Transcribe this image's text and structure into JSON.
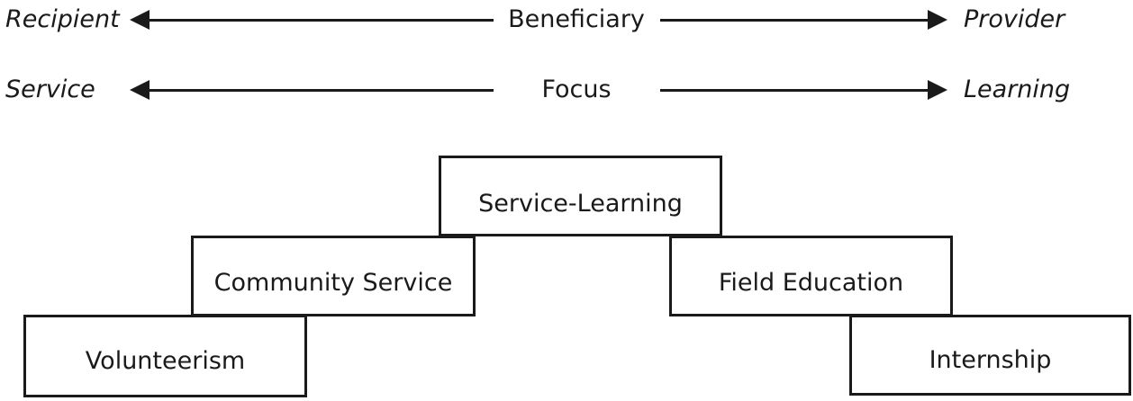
{
  "figure": {
    "type": "diagram",
    "subtype": "service-learning typology with dual continua",
    "background_color": "#ffffff",
    "line_color": "#1a1a1a"
  },
  "continua": [
    {
      "name": "beneficiary-continuum",
      "left_label": "Recipient",
      "center_label": "Beneficiary",
      "right_label": "Provider",
      "left_arrow_icon": "arrow-left-icon",
      "right_arrow_icon": "arrow-right-icon"
    },
    {
      "name": "focus-continuum",
      "left_label": "Service",
      "center_label": "Focus",
      "right_label": "Learning",
      "left_arrow_icon": "arrow-left-icon",
      "right_arrow_icon": "arrow-right-icon"
    }
  ],
  "boxes": [
    {
      "id": "service-learning",
      "label": "Service-Learning"
    },
    {
      "id": "community-service",
      "label": "Community Service"
    },
    {
      "id": "field-education",
      "label": "Field Education"
    },
    {
      "id": "volunteerism",
      "label": "Volunteerism"
    },
    {
      "id": "internship",
      "label": "Internship"
    }
  ]
}
